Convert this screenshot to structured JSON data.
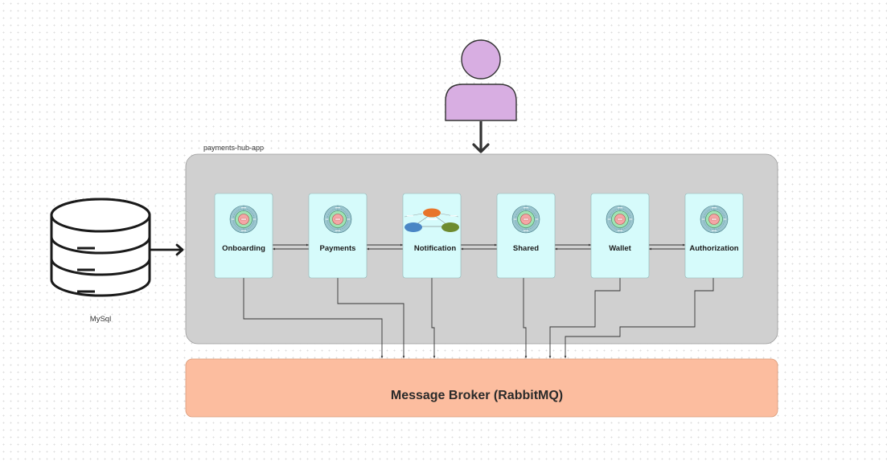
{
  "diagram": {
    "group_label": "payments-hub-app",
    "database_label": "MySql",
    "broker_label": "Message Broker (RabbitMQ)",
    "modules": [
      {
        "id": "onboarding",
        "label": "Onboarding",
        "icon": "onion-architecture-icon"
      },
      {
        "id": "payments",
        "label": "Payments",
        "icon": "onion-architecture-icon"
      },
      {
        "id": "notification",
        "label": "Notification",
        "icon": "flow-diagram-icon"
      },
      {
        "id": "shared",
        "label": "Shared",
        "icon": "onion-architecture-icon"
      },
      {
        "id": "wallet",
        "label": "Wallet",
        "icon": "onion-architecture-icon"
      },
      {
        "id": "authorization",
        "label": "Authorization",
        "icon": "onion-architecture-icon"
      }
    ],
    "icons": {
      "user": "user-icon",
      "database": "database-icon"
    },
    "colors": {
      "app_container": "#d0d0d0",
      "module_card": "#d6fbfb",
      "broker": "#fcbd9f",
      "user": "#d8aee2",
      "onion_outer": "#9bc6cf",
      "onion_mid": "#9fe3b4",
      "onion_inner": "#f4a6a6"
    }
  }
}
